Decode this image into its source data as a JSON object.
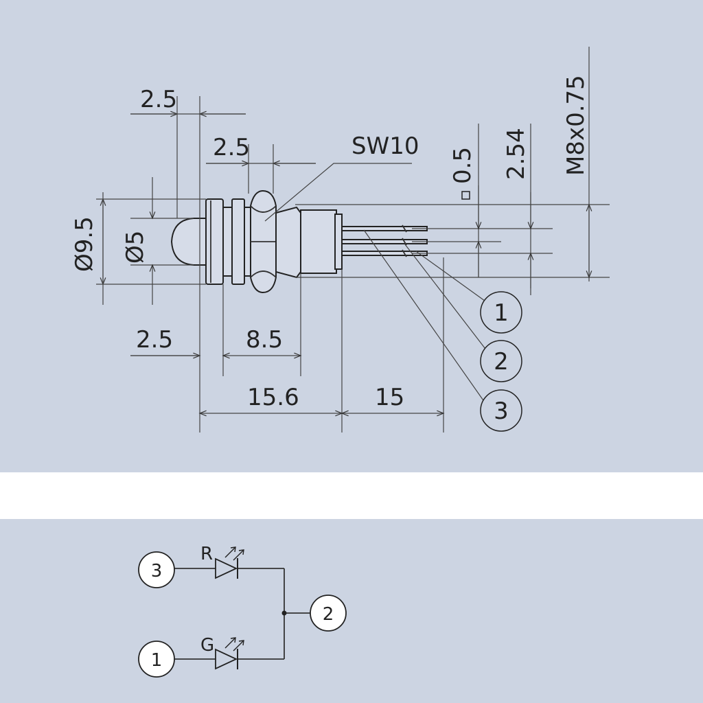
{
  "colors": {
    "panel": "#ccd4e2",
    "separator": "#ffffff",
    "line": "#222222"
  },
  "dimensions": {
    "top_a": "2.5",
    "top_b": "2.5",
    "wrench": "SW10",
    "pin_square": "0.5",
    "pin_pitch": "2.54",
    "thread": "M8x0.75",
    "outer_dia": "Ø9.5",
    "lens_dia": "Ø5",
    "bottom_a": "2.5",
    "bottom_b": "8.5",
    "body_len": "15.6",
    "pin_len": "15"
  },
  "pin_callouts": {
    "p1": "1",
    "p2": "2",
    "p3": "3"
  },
  "schematic": {
    "pin3": "3",
    "pin1": "1",
    "pin2": "2",
    "led_red": "R",
    "led_green": "G"
  }
}
